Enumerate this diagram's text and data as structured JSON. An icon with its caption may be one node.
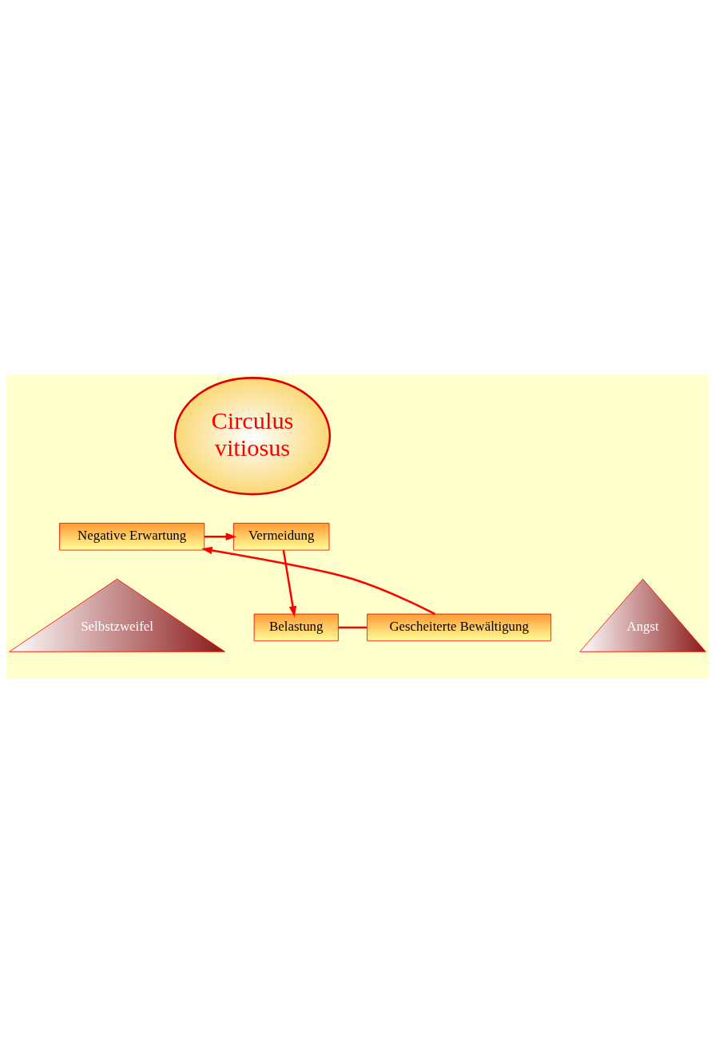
{
  "diagram": {
    "nodes": [
      {
        "text": [
          "Circulus vitiosus"
        ]
      },
      {
        "text": [
          "Belastung"
        ]
      },
      {
        "text": [
          "Gescheiterte Bewältigung"
        ]
      },
      {
        "text": [
          "Negative Erwartung"
        ]
      },
      {
        "text": [
          "Vermeidung"
        ]
      },
      {
        "text": [
          "Selbstzweifel"
        ]
      },
      {
        "text": [
          "Angst"
        ]
      }
    ],
    "edges": [
      {
        "from": 1,
        "to": 2,
        "arrow": "none"
      },
      {
        "from": 2,
        "to": 3,
        "arrow": "to"
      },
      {
        "from": 3,
        "to": 4,
        "arrow": "to"
      },
      {
        "from": 4,
        "to": 1,
        "arrow": "to"
      }
    ]
  }
}
